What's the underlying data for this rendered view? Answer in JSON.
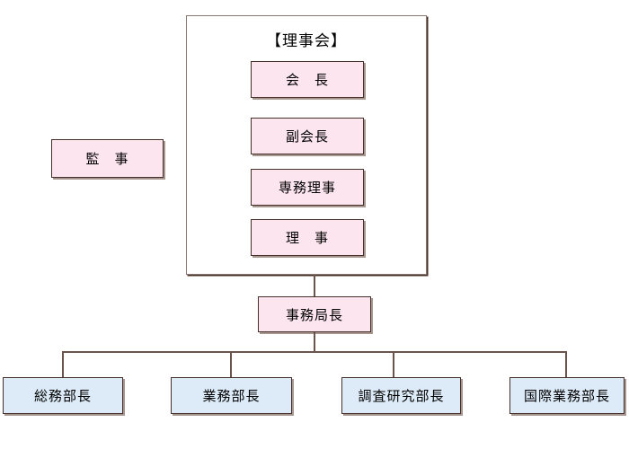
{
  "chart": {
    "board": {
      "title": "【理事会】",
      "members": [
        {
          "label": "会　長"
        },
        {
          "label": "副会長"
        },
        {
          "label": "専務理事"
        },
        {
          "label": "理　事"
        }
      ]
    },
    "auditor": {
      "label": "監　事"
    },
    "secretariat": {
      "label": "事務局長"
    },
    "departments": [
      {
        "label": "総務部長"
      },
      {
        "label": "業務部長"
      },
      {
        "label": "調査研究部長"
      },
      {
        "label": "国際業務部長"
      }
    ]
  },
  "colors": {
    "pink_fill": "#fce5ee",
    "blue_fill": "#dcebf7",
    "box_border": "#46302a",
    "container_border": "#8a7770",
    "line": "#6b544c",
    "shadow": "#a89690",
    "text": "#000000"
  }
}
